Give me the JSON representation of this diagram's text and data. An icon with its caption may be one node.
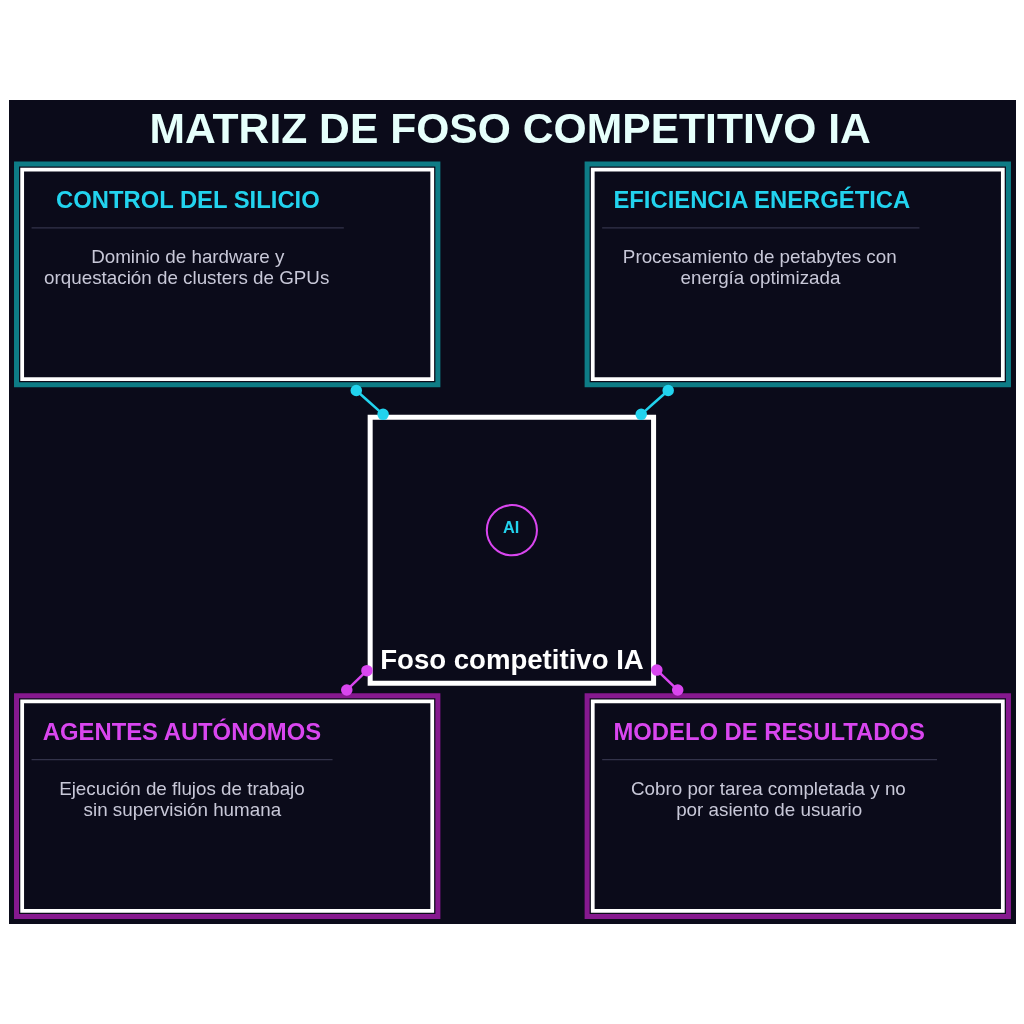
{
  "diagram": {
    "title": "MATRIZ DE FOSO COMPETITIVO IA",
    "nodes": [
      {
        "text": [
          "CONTROL DEL SILICIO",
          "Dominio de hardware y orquestación de clusters de GPUs"
        ]
      },
      {
        "text": [
          "EFICIENCIA ENERGÉTICA",
          "Procesamiento de petabytes con energía optimizada"
        ]
      },
      {
        "text": [
          "Foso competitivo IA"
        ]
      },
      {
        "text": [
          "AI"
        ],
        "in": 2
      },
      {
        "text": [
          "AGENTES AUTÓNOMOS",
          "Ejecución de flujos de trabajo sin supervisión humana"
        ]
      },
      {
        "text": [
          "MODELO DE RESULTADOS",
          "Cobro por tarea completada y no por asiento de usuario"
        ]
      }
    ],
    "edges": [
      {
        "from": 0,
        "to": 2,
        "arrow": "other",
        "color": "#22d3ee"
      },
      {
        "from": 1,
        "to": 2,
        "arrow": "other",
        "color": "#22d3ee"
      },
      {
        "from": 2,
        "to": 4,
        "arrow": "other",
        "color": "#d946ef"
      },
      {
        "from": 2,
        "to": 5,
        "arrow": "other",
        "color": "#d946ef"
      }
    ]
  }
}
